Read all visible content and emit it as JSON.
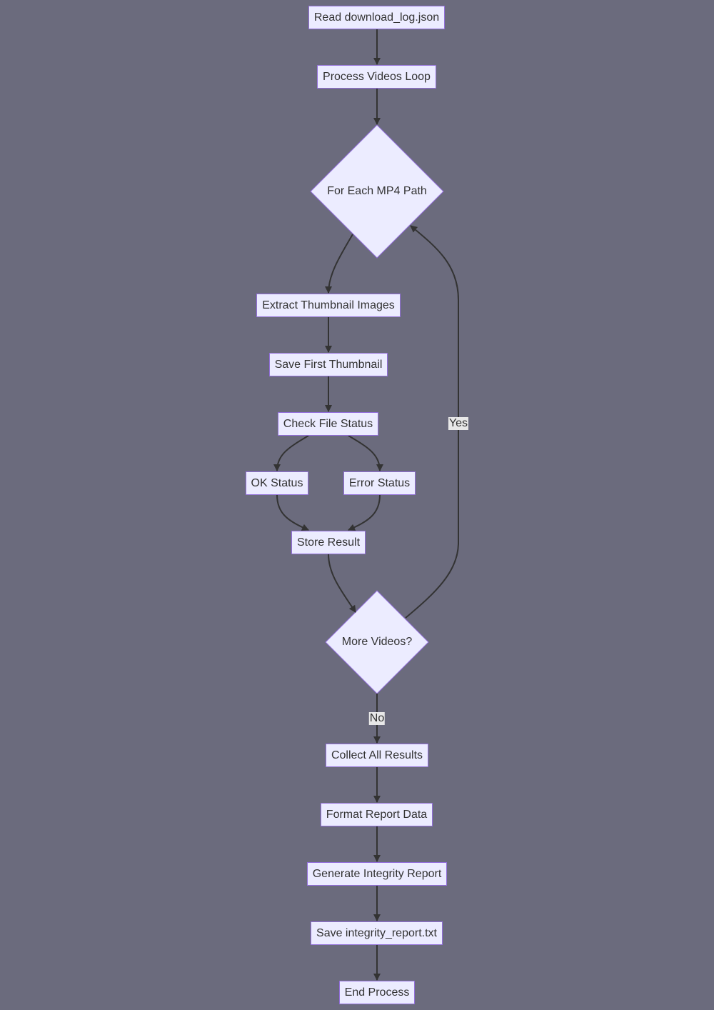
{
  "nodes": {
    "read_log": "Read download_log.json",
    "process_loop": "Process Videos Loop",
    "for_each": "For Each MP4 Path",
    "extract": "Extract Thumbnail Images",
    "save_first": "Save First Thumbnail",
    "check_status": "Check File Status",
    "ok_status": "OK Status",
    "error_status": "Error Status",
    "store_result": "Store Result",
    "more_videos": "More Videos?",
    "collect": "Collect All Results",
    "format": "Format Report Data",
    "generate": "Generate Integrity Report",
    "save_report": "Save integrity_report.txt",
    "end": "End Process"
  },
  "edge_labels": {
    "yes": "Yes",
    "no": "No"
  },
  "colors": {
    "background": "#6b6b7d",
    "node_fill": "#ececff",
    "node_border": "#9370db",
    "edge": "#333333",
    "edge_label_bg": "#e8e8e8"
  }
}
